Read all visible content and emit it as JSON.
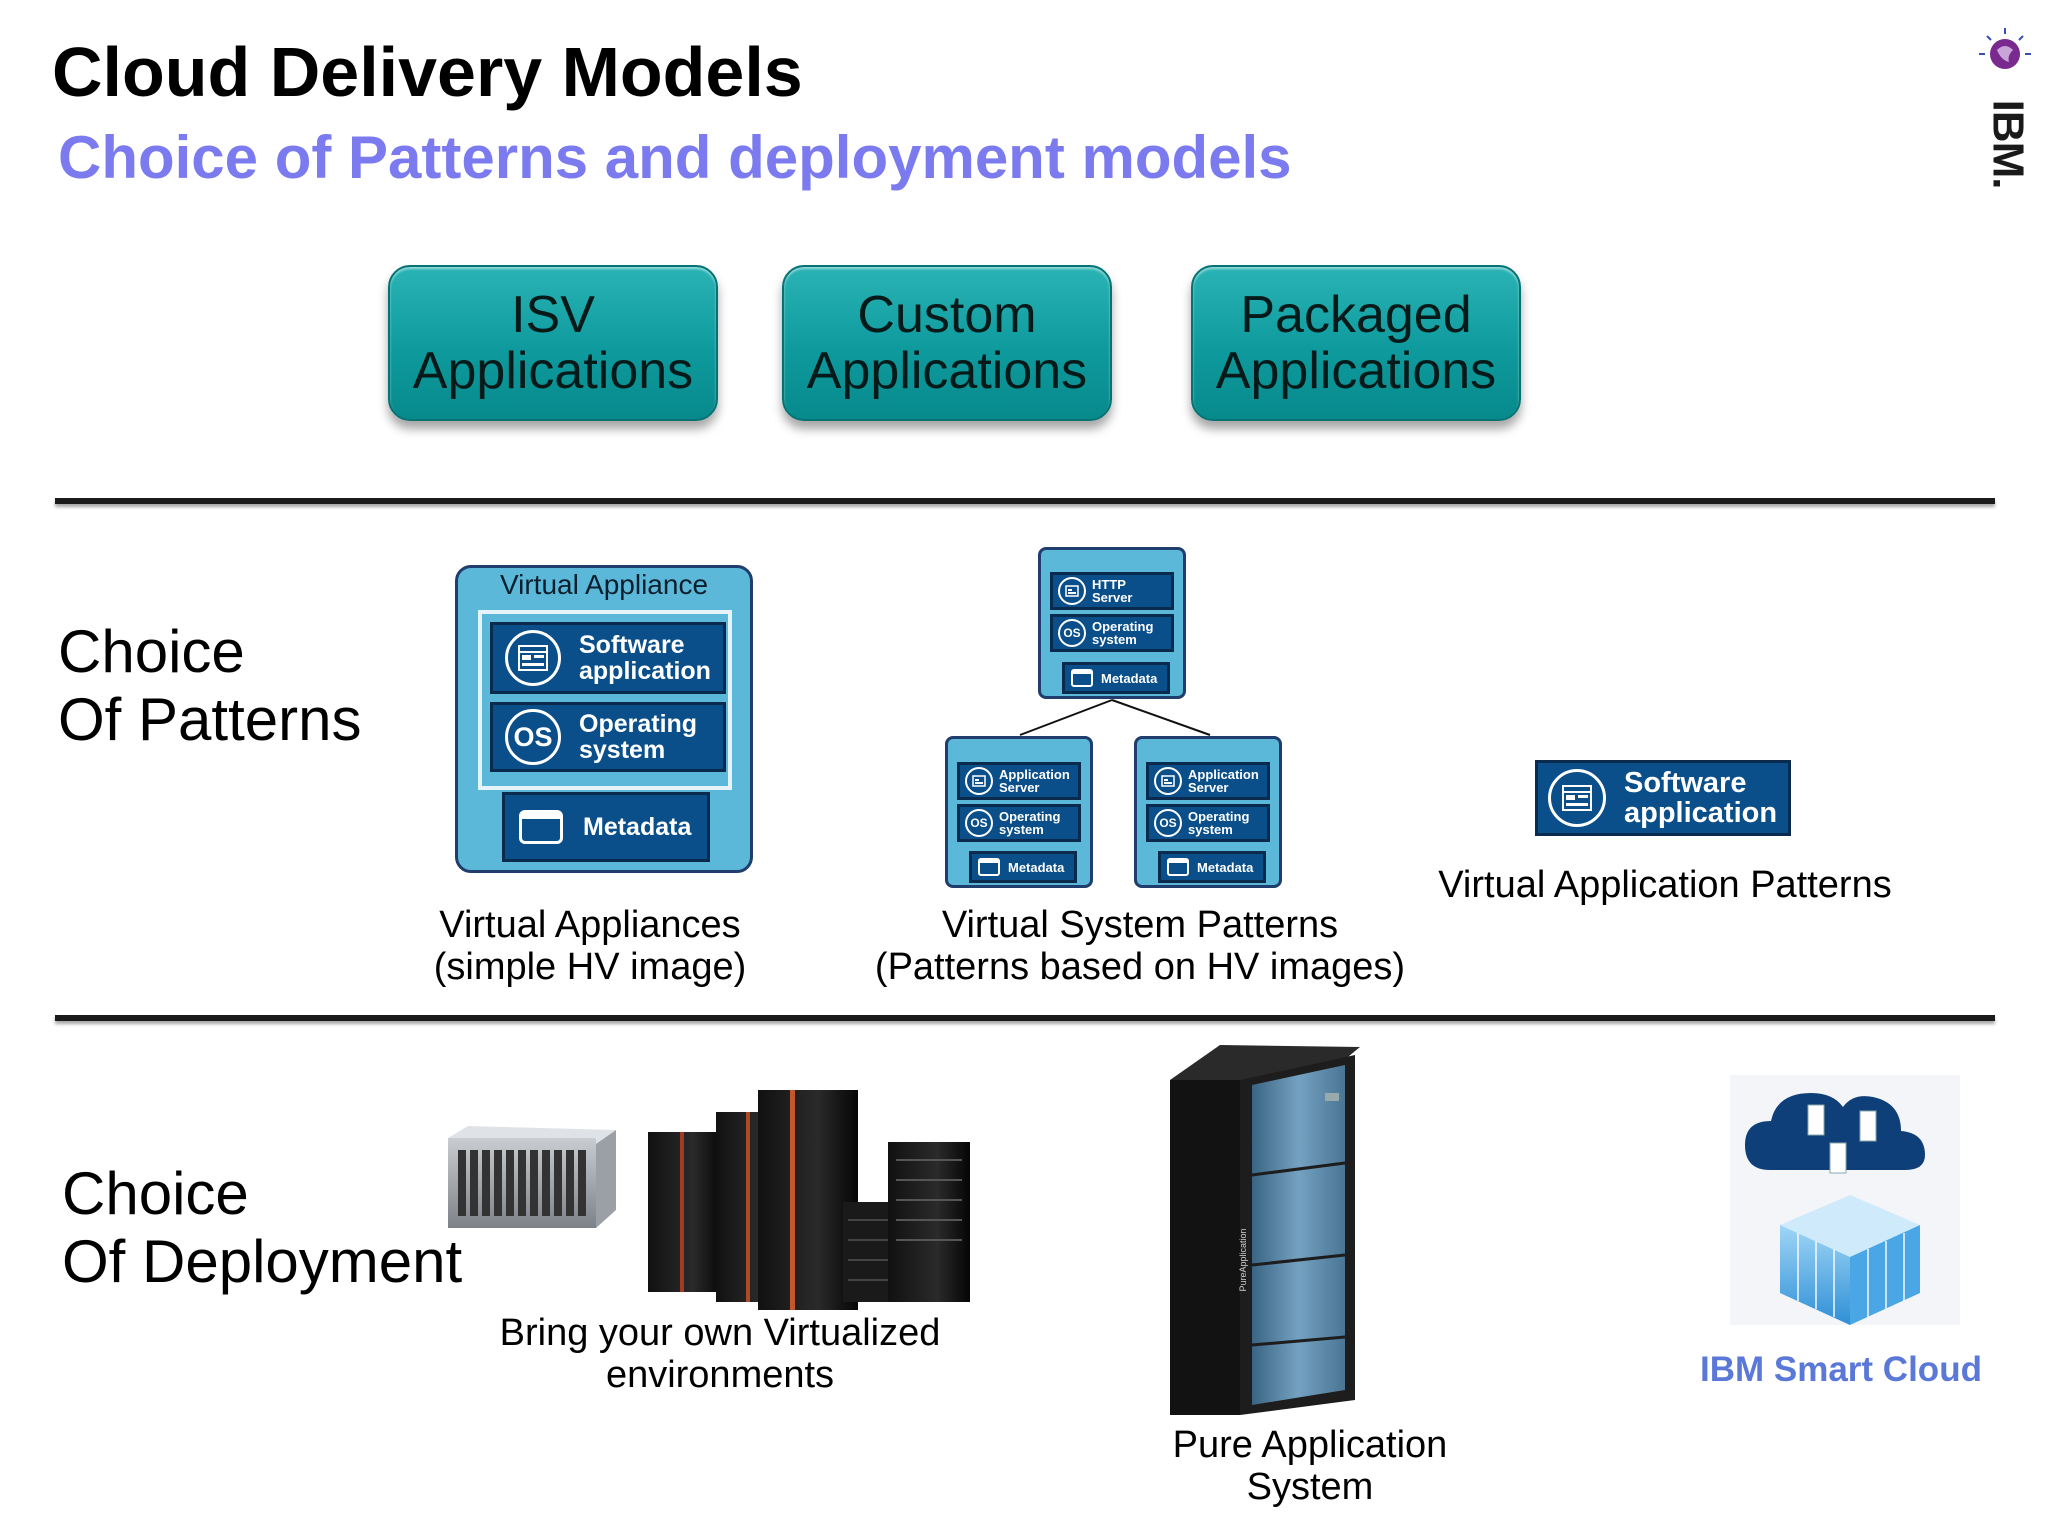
{
  "header": {
    "title": "Cloud Delivery Models",
    "subtitle": "Choice of Patterns and deployment models"
  },
  "logo": {
    "name": "ibm-logo",
    "text": "IBM."
  },
  "applications": [
    {
      "label": "ISV\nApplications"
    },
    {
      "label": "Custom\nApplications"
    },
    {
      "label": "Packaged\nApplications"
    }
  ],
  "patterns": {
    "label": "Choice\nOf Patterns",
    "virtual_appliance": {
      "header": "Virtual Appliance",
      "software": "Software\napplication",
      "os": "Operating\nsystem",
      "os_icon": "OS",
      "metadata": "Metadata",
      "caption": "Virtual Appliances\n(simple HV image)"
    },
    "virtual_system": {
      "top": {
        "server": "HTTP\nServer",
        "os": "Operating\nsystem",
        "metadata": "Metadata"
      },
      "left": {
        "server": "Application\nServer",
        "os": "Operating\nsystem",
        "metadata": "Metadata"
      },
      "right": {
        "server": "Application\nServer",
        "os": "Operating\nsystem",
        "metadata": "Metadata"
      },
      "os_icon": "OS",
      "caption_line1": "Virtual System Patterns",
      "caption_line2": "(Patterns based on HV images)"
    },
    "virtual_application": {
      "software": "Software\napplication",
      "caption": "Virtual Application Patterns"
    }
  },
  "deployment": {
    "label": "Choice\nOf Deployment",
    "byo_caption": "Bring your own Virtualized\nenvironments",
    "pure_caption": "Pure Application\nSystem",
    "pure_rack_text": "PureApplication",
    "smart_cloud_caption": "IBM Smart Cloud"
  },
  "colors": {
    "subtitle": "#7b7bef",
    "teal": "#0e9a9d",
    "navy": "#0a4f8a",
    "frame_blue": "#5bb8d8",
    "smart_cloud": "#5a78d8"
  }
}
